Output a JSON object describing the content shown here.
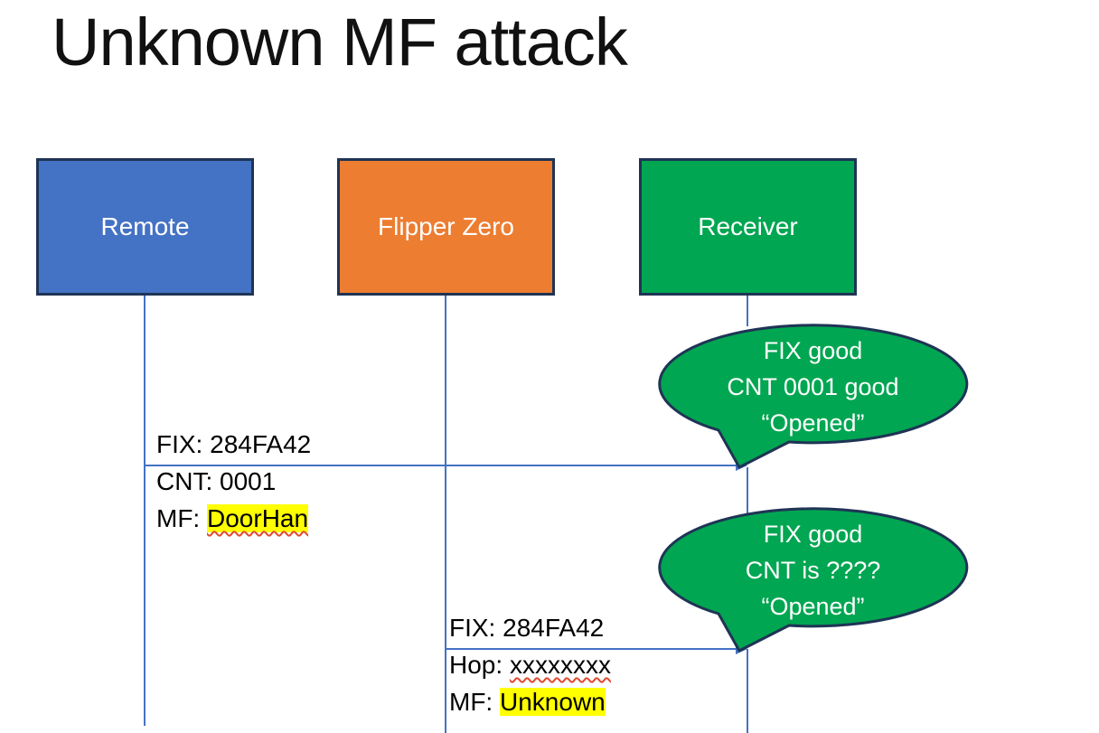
{
  "slide": {
    "title": "Unknown MF attack"
  },
  "actors": {
    "remote": {
      "label": "Remote"
    },
    "flipper_zero": {
      "label": "Flipper Zero"
    },
    "receiver": {
      "label": "Receiver"
    }
  },
  "messages": {
    "remote_to_receiver": {
      "from": "Remote",
      "to": "Receiver",
      "line1": "FIX: 284FA42",
      "line2": "CNT: 0001",
      "line3_prefix": "MF: ",
      "line3_value": "DoorHan"
    },
    "flipper_to_receiver": {
      "from": "Flipper Zero",
      "to": "Receiver",
      "line1": "FIX: 284FA42",
      "line2_prefix": "Hop: ",
      "line2_value": "xxxxxxxx",
      "line3_prefix": "MF: ",
      "line3_value": "Unknown"
    }
  },
  "callouts": {
    "first": {
      "speaker": "Receiver",
      "line1": "FIX good",
      "line2": "CNT 0001 good",
      "line3": "“Opened”"
    },
    "second": {
      "speaker": "Receiver",
      "line1": "FIX good",
      "line2": "CNT is ????",
      "line3": "“Opened”"
    }
  },
  "colors": {
    "actor_remote_fill": "#4472C4",
    "actor_flipper_fill": "#ED7D31",
    "actor_receiver_fill": "#00A651",
    "callout_fill": "#00A651",
    "shape_outline": "#1F3455",
    "connector_blue": "#4472C4",
    "highlight_yellow": "#FFFF00",
    "spellcheck_red": "#E0492F",
    "text_white": "#FFFFFF",
    "text_black": "#000000"
  }
}
